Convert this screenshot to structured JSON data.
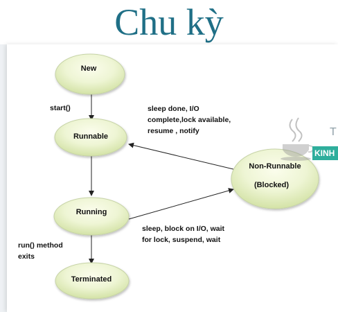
{
  "title": "Chu kỳ",
  "diagram": {
    "nodes": {
      "new": "New",
      "runnable": "Runnable",
      "running": "Running",
      "terminated": "Terminated",
      "non_runnable": "Non-Runnable",
      "blocked": "(Blocked)"
    },
    "edges": {
      "start": "start()",
      "sleep_done": "sleep done, I/O\ncomplete,lock available,\nresume , notify",
      "sleep_block": "sleep, block on I/O, wait\nfor lock, suspend,  wait",
      "run_exits": "run() method\nexits"
    }
  },
  "logo": {
    "icon": "java-cup-icon",
    "text": "KINH"
  },
  "colors": {
    "title": "#1f6f86",
    "node_fill_light": "#fbfdec",
    "node_fill_dark": "#d9e7b0",
    "node_stroke": "#c6d3a6",
    "logo_bg": "#2fae9c"
  }
}
